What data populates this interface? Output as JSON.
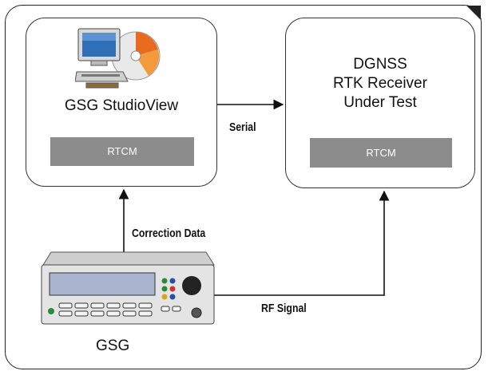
{
  "studioview": {
    "title": "GSG StudioView",
    "bar_label": "RTCM"
  },
  "receiver": {
    "title_line1": "DGNSS",
    "title_line2": "RTK Receiver",
    "title_line3": "Under Test",
    "bar_label": "RTCM"
  },
  "links": {
    "serial": "Serial",
    "correction": "Correction Data",
    "rf": "RF Signal"
  },
  "device": {
    "label": "GSG"
  },
  "icons": [
    "computer-cd-icon",
    "gsg-device-icon"
  ]
}
